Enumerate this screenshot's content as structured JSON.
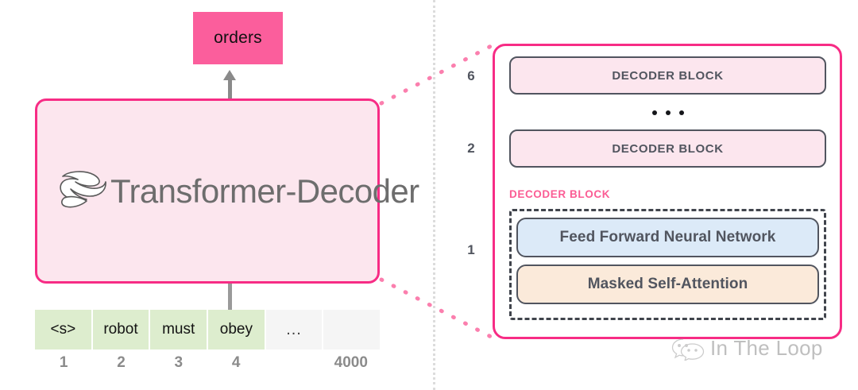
{
  "diagram": {
    "title": "Transformer-Decoder architecture overview",
    "colors": {
      "accent_pink": "#f72c85",
      "output_token_bg": "#fb5e9c",
      "panel_bg_pink": "#fce6ee",
      "token_bg_green": "#ddedce",
      "token_bg_gray": "#f5f5f5",
      "ffnn_blue": "#dceaf8",
      "attention_peach": "#fbeada",
      "border_gray": "#51555f",
      "label_pink": "#fb5c94"
    }
  },
  "left": {
    "output_token": "orders",
    "model_name": "Transformer-Decoder",
    "logo_icon": "swoosh-bird-logo",
    "up_arrow_icon": "arrow-up-icon",
    "down_connector_icon": "vertical-connector-line",
    "tokens": [
      {
        "label": "<s>",
        "index": "1",
        "style": "filled"
      },
      {
        "label": "robot",
        "index": "2",
        "style": "filled"
      },
      {
        "label": "must",
        "index": "3",
        "style": "filled"
      },
      {
        "label": "obey",
        "index": "4",
        "style": "filled"
      },
      {
        "label": "…",
        "index": "",
        "style": "blank"
      },
      {
        "label": "",
        "index": "4000",
        "style": "blank"
      }
    ]
  },
  "divider": {
    "icon": "vertical-dotted-divider"
  },
  "connectors": {
    "top_icon": "dotted-zoom-connector-top",
    "bottom_icon": "dotted-zoom-connector-bottom"
  },
  "right": {
    "stack": [
      {
        "number": "6",
        "label": "DECODER BLOCK"
      },
      {
        "number": "2",
        "label": "DECODER BLOCK"
      }
    ],
    "ellipsis_icon": "horizontal-ellipsis-icon",
    "detail": {
      "number": "1",
      "caption": "DECODER BLOCK",
      "rows": [
        {
          "label": "Feed Forward Neural Network",
          "color": "#dceaf8"
        },
        {
          "label": "Masked Self-Attention",
          "color": "#fbeada"
        }
      ]
    }
  },
  "watermark": {
    "icon": "wechat-speech-bubbles-icon",
    "text": "In The Loop"
  }
}
